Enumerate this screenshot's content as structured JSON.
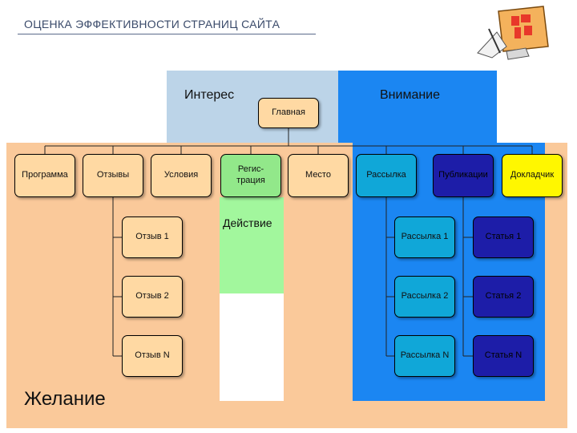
{
  "title": "ОЦЕНКА ЭФФЕКТИВНОСТИ СТРАНИЦ САЙТА",
  "colors": {
    "interest_bg": "#bcd4e8",
    "attention_bg": "#1b86f2",
    "desire_bg": "#fac99a",
    "action_bg": "#a2f79d",
    "title_text": "#3a4a6a"
  },
  "regions": {
    "interest": "Интерес",
    "attention": "Внимание",
    "action": "Действие",
    "desire": "Желание"
  },
  "root": "Главная",
  "level2": {
    "programma": "Программа",
    "otzyvy": "Отзывы",
    "usloviya": "Условия",
    "registraciya": "Регис-\nтрация",
    "mesto": "Место",
    "rassylka": "Рассылка",
    "publikacii": "Публикации",
    "dokladchik": "Докладчик"
  },
  "reviews": [
    "Отзыв 1",
    "Отзыв 2",
    "Отзыв N"
  ],
  "mailings": [
    "Рассылка 1",
    "Рассылка 2",
    "Рассылка N"
  ],
  "articles": [
    "Статья 1",
    "Статья 2",
    "Статья N"
  ],
  "logo_icon": "document-folder-icon"
}
